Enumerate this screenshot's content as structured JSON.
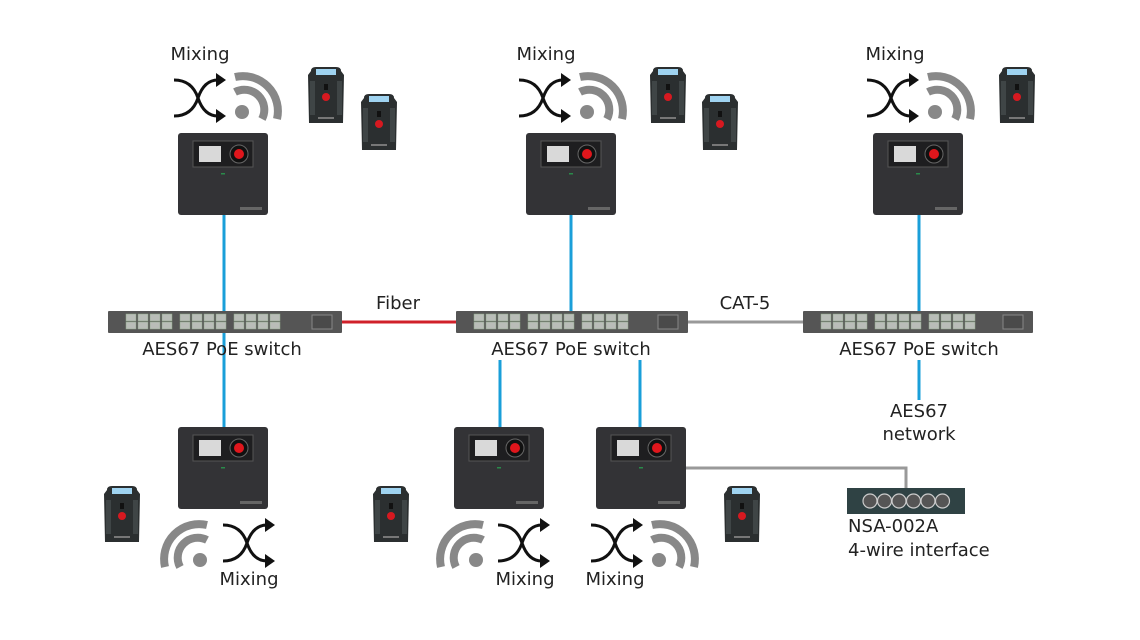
{
  "labels": {
    "mixing": "Mixing",
    "switch": "AES67 PoE switch",
    "fiber": "Fiber",
    "cat5": "CAT-5",
    "aes67_network_line1": "AES67",
    "aes67_network_line2": "network",
    "nsa_model": "NSA-002A",
    "nsa_desc": "4-wire interface"
  },
  "colors": {
    "dante_link": "#1a9fd9",
    "fiber_link": "#d0202a",
    "cat5_link": "#999999",
    "device_body": "#333336",
    "switch_body": "#555555",
    "icon_gray": "#888888"
  }
}
